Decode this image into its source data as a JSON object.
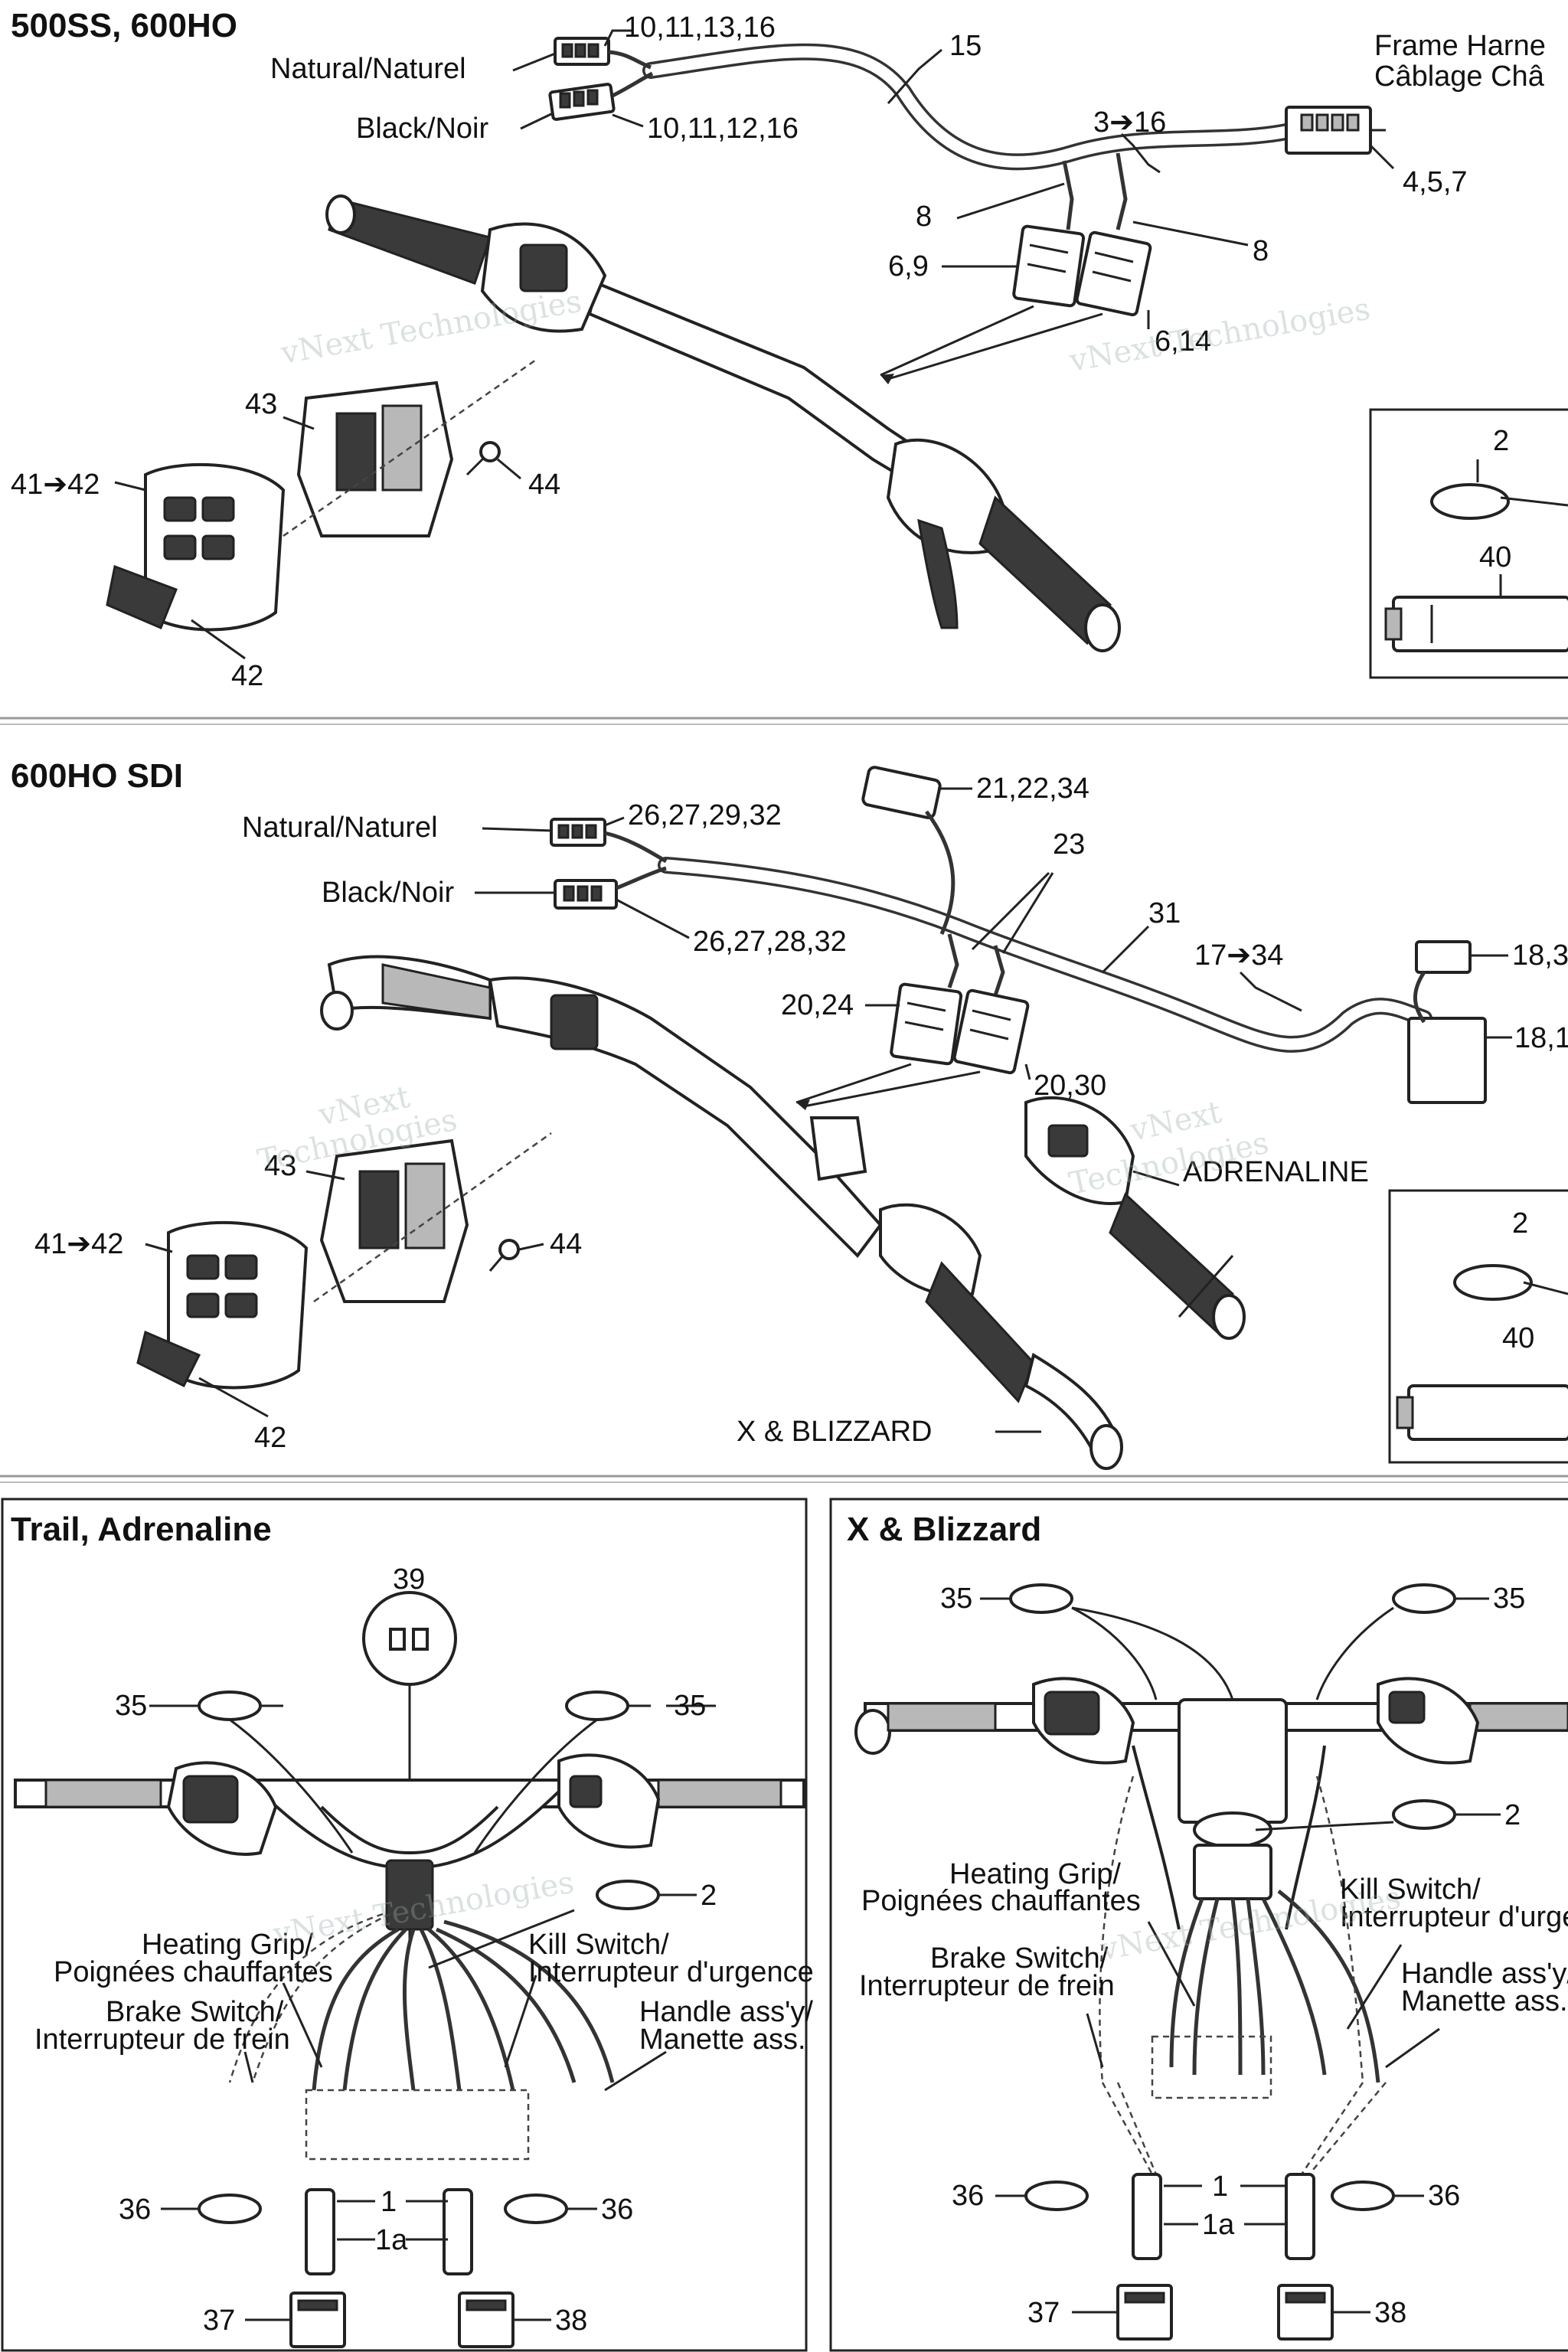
{
  "sections": {
    "s1": {
      "title": "500SS, 600HO",
      "labels": {
        "c1": "10,11,13,16",
        "natural": "Natural/Naturel",
        "black": "Black/Noir",
        "c2": "10,11,12,16",
        "n15": "15",
        "frame1": "Frame Harne",
        "frame2": "Câblage Châ",
        "n3to16": "3➔16",
        "n457": "4,5,7",
        "n8a": "8",
        "n8b": "8",
        "n69": "6,9",
        "n614": "6,14",
        "n43": "43",
        "n4142": "41➔42",
        "n44": "44",
        "n42": "42",
        "n2": "2",
        "n40": "40"
      }
    },
    "s2": {
      "title": "600HO SDI",
      "labels": {
        "natural": "Natural/Naturel",
        "c1": "26,27,29,32",
        "black": "Black/Noir",
        "c2": "26,27,28,32",
        "n212234": "21,22,34",
        "n23": "23",
        "n31": "31",
        "n17to34": "17➔34",
        "n18a": "18,3",
        "n18b": "18,1",
        "n2024": "20,24",
        "n2030": "20,30",
        "adrenaline": "ADRENALINE",
        "n43": "43",
        "n4142": "41➔42",
        "n44": "44",
        "n42": "42",
        "xblizzard": "X & BLIZZARD",
        "n2": "2",
        "n40": "40"
      }
    },
    "s3": {
      "title": "Trail, Adrenaline",
      "labels": {
        "n39": "39",
        "n35a": "35",
        "n35b": "35",
        "n2": "2",
        "heat1": "Heating Grip/",
        "heat2": "Poignées chauffantes",
        "kill1": "Kill Switch/",
        "kill2": "Interrupteur d'urgence",
        "brake1": "Brake Switch/",
        "brake2": "Interrupteur de frein",
        "handle1": "Handle ass'y/",
        "handle2": "Manette ass.",
        "n36a": "36",
        "n1": "1",
        "n36b": "36",
        "n1a": "1a",
        "n37": "37",
        "n38": "38"
      }
    },
    "s4": {
      "title": "X & Blizzard",
      "labels": {
        "n35a": "35",
        "n35b": "35",
        "n2": "2",
        "heat1": "Heating Grip/",
        "heat2": "Poignées chauffantes",
        "kill1": "Kill Switch/",
        "kill2": "Interrupteur d'urgenc",
        "brake1": "Brake Switch/",
        "brake2": "Interrupteur de frein",
        "handle1": "Handle ass'y/",
        "handle2": "Manette ass.",
        "n36a": "36",
        "n1": "1",
        "n36b": "36",
        "n1a": "1a",
        "n37": "37",
        "n38": "38"
      }
    }
  },
  "watermark": {
    "line1": "vNext Technologies",
    "line2": "vNext",
    "line3": "Technologies"
  },
  "colors": {
    "ink": "#111111",
    "grip": "#3a3a3a",
    "watermark": "#99aaaa"
  }
}
